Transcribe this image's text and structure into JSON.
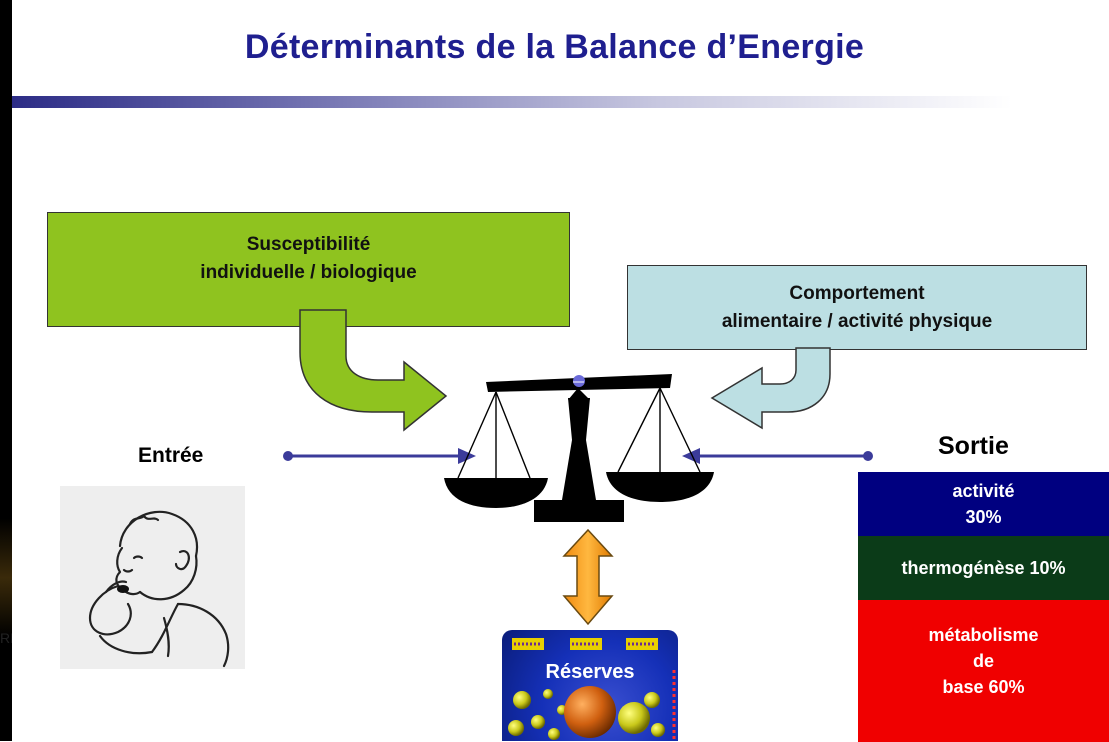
{
  "title": "Déterminants de la Balance d’Energie",
  "left_box": {
    "line1": "Susceptibilité",
    "line2": "individuelle / biologique"
  },
  "right_box": {
    "line1": "Comportement",
    "line2": "alimentaire / activité physique"
  },
  "entree": "Entrée",
  "sortie": "Sortie",
  "expenditure": [
    {
      "line1": "activité",
      "line2": "30%"
    },
    {
      "line1": "thermogénèse 10%"
    },
    {
      "line1": "métabolisme",
      "line2": "de",
      "line3": "base 60%"
    }
  ],
  "reserves": "Réserves",
  "side_fragment": "RI",
  "colors": {
    "title": "#1f1f8f",
    "green_box": "#8fc31f",
    "blue_box": "#bcdfe3",
    "activite": "#000080",
    "thermogenese": "#0b3b18",
    "metabolisme": "#f00000",
    "arrow_orange": "#f5a01a",
    "connector": "#3b3b9a"
  },
  "icons": [
    "balance-scale-icon",
    "child-eating-sketch",
    "double-arrow-icon",
    "fat-cells-icon"
  ]
}
